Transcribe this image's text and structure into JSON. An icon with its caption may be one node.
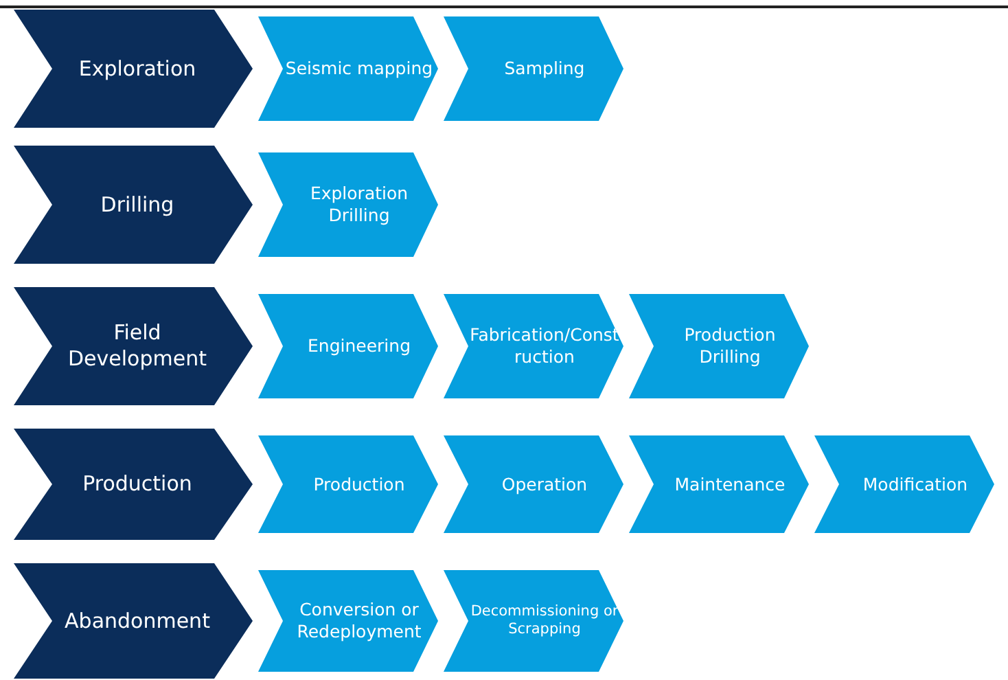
{
  "diagram": {
    "nodes": [
      {
        "text": [
          "Exploration"
        ]
      },
      {
        "text": [
          "Seismic mapping"
        ]
      },
      {
        "text": [
          "Sampling"
        ]
      },
      {
        "text": [
          "Drilling"
        ]
      },
      {
        "text": [
          "Exploration Drilling"
        ]
      },
      {
        "text": [
          "Field Development"
        ]
      },
      {
        "text": [
          "Engineering"
        ]
      },
      {
        "text": [
          "Fabrication/Construction"
        ]
      },
      {
        "text": [
          "Production Drilling"
        ]
      },
      {
        "text": [
          "Production"
        ]
      },
      {
        "text": [
          "Production"
        ]
      },
      {
        "text": [
          "Operation"
        ]
      },
      {
        "text": [
          "Maintenance"
        ]
      },
      {
        "text": [
          "Modification"
        ]
      },
      {
        "text": [
          "Abandonment"
        ]
      },
      {
        "text": [
          "Conversion or Redeployment"
        ]
      },
      {
        "text": [
          "Decommissioning or Scrapping"
        ]
      }
    ]
  }
}
